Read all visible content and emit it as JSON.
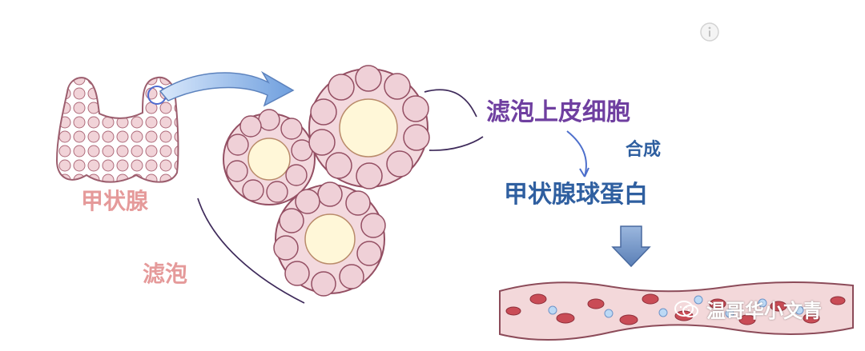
{
  "labels": {
    "thyroid": "甲状腺",
    "follicle": "滤泡",
    "follicular_cells": "滤泡上皮细胞",
    "synthesis": "合成",
    "thyroglobulin": "甲状腺球蛋白"
  },
  "watermark": {
    "text": "温哥华小文青",
    "icon": "wechat-icon"
  },
  "icons": {
    "info": "info-icon",
    "arrow": "arrow-icon"
  },
  "colors": {
    "thyroid_pink": "#e59a9a",
    "cell_purple": "#6f3fa0",
    "label_blue": "#2f5fa0",
    "vessel_red": "#c94c56"
  }
}
